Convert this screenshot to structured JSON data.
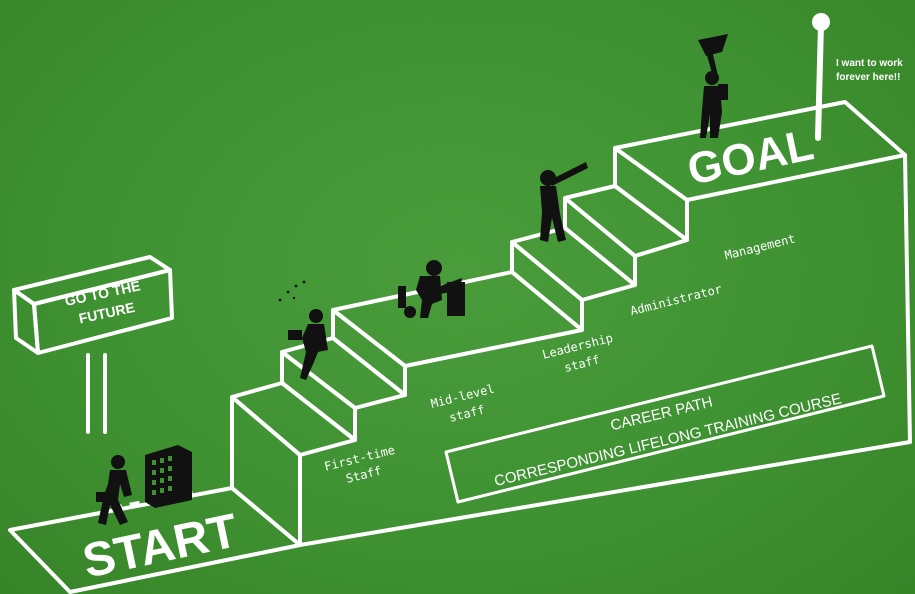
{
  "colors": {
    "background": "#3f9232",
    "chalk": "#ffffff",
    "silhouette": "#111111"
  },
  "signpost": {
    "line1": "GO TO THE",
    "line2": "FUTURE"
  },
  "start_label": "START",
  "goal_label": "GOAL",
  "levels": [
    {
      "line1": "First-time",
      "line2": "Staff"
    },
    {
      "line1": "Mid-level",
      "line2": "staff"
    },
    {
      "line1": "Leadership",
      "line2": "staff"
    },
    {
      "line1": "Administrator",
      "line2": ""
    },
    {
      "line1": "Management",
      "line2": ""
    }
  ],
  "flag": {
    "line1": "I want to work",
    "line2": "forever here!!"
  },
  "info_box": {
    "title": "CAREER PATH",
    "subtitle": "CORRESPONDING LIFELONG TRAINING COURSE"
  },
  "icons": [
    "walking-businessman-icon",
    "office-building-icon",
    "sitting-reader-icon",
    "desk-worker-icon",
    "telescope-person-icon",
    "trophy-raiser-icon",
    "goal-flag-icon"
  ]
}
